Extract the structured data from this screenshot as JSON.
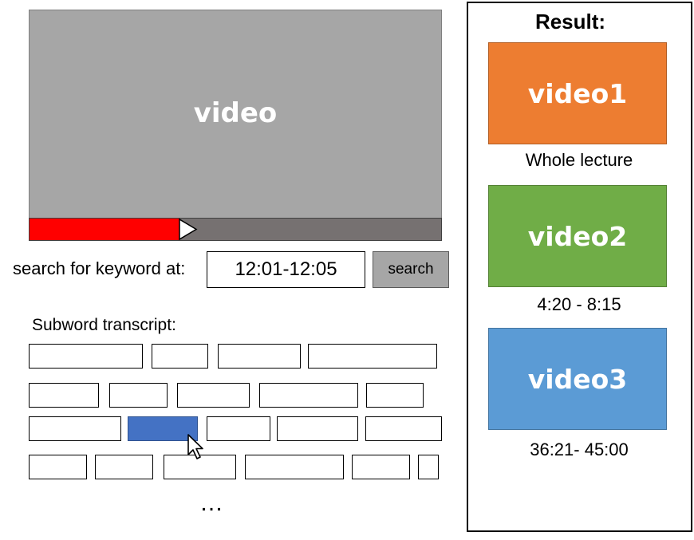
{
  "player": {
    "label": "video",
    "progress": 0.365,
    "colors": {
      "screen": "#a6a6a6",
      "track": "#767171",
      "fill": "#ff0000"
    }
  },
  "search": {
    "prompt": "search for keyword at:",
    "value": "12:01-12:05",
    "button_label": "search"
  },
  "transcript": {
    "label": "Subword transcript:",
    "ellipsis": "…",
    "rows": [
      [
        {
          "active": false
        },
        {
          "active": false
        },
        {
          "active": false
        },
        {
          "active": false
        }
      ],
      [
        {
          "active": false
        },
        {
          "active": false
        },
        {
          "active": false
        },
        {
          "active": false
        },
        {
          "active": false
        }
      ],
      [
        {
          "active": false
        },
        {
          "active": true
        },
        {
          "active": false
        },
        {
          "active": false
        },
        {
          "active": false
        }
      ],
      [
        {
          "active": false
        },
        {
          "active": false
        },
        {
          "active": false
        },
        {
          "active": false
        },
        {
          "active": false
        },
        {
          "active": false
        }
      ]
    ],
    "active_color": "#4472c4"
  },
  "result": {
    "title": "Result:",
    "items": [
      {
        "label": "video1",
        "caption": "Whole lecture",
        "color": "#ed7d31"
      },
      {
        "label": "video2",
        "caption": "4:20 - 8:15",
        "color": "#70ad47"
      },
      {
        "label": "video3",
        "caption": "36:21- 45:00",
        "color": "#5b9bd5"
      }
    ]
  }
}
